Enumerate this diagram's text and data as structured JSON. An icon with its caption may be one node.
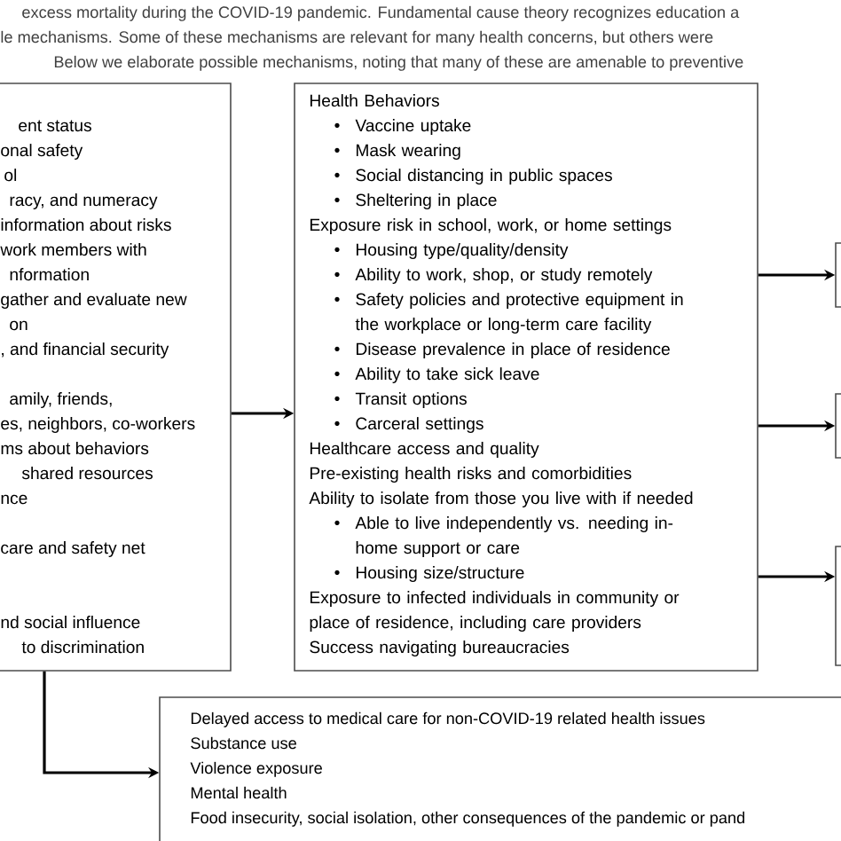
{
  "diagram": {
    "nodes": [
      {
        "text": [
          "ent status",
          "onal safety",
          "ol",
          "racy, and numeracy",
          "information about risks",
          "work members with",
          "nformation",
          "gather and evaluate new",
          "on",
          ", and financial security",
          "amily, friends,",
          "es, neighbors, co-workers",
          "ms about behaviors",
          "shared resources",
          "nce",
          "care and safety net",
          "nd social influence",
          "to discrimination"
        ]
      },
      {
        "text": [
          "Health Behaviors",
          "Vaccine uptake",
          "Mask wearing",
          "Social distancing in public spaces",
          "Sheltering in place",
          "Exposure risk in school, work, or home settings",
          "Housing type/quality/density",
          "Ability to work, shop, or study remotely",
          "Safety policies and protective equipment in the workplace or long-term care facility",
          "Disease prevalence in place of residence",
          "Ability to take sick leave",
          "Transit options",
          "Carceral settings",
          "Healthcare access and quality",
          "Pre-existing health risks and comorbidities",
          "Ability to isolate from those you live with if needed",
          "Able to live independently vs. needing in-home support or care",
          "Housing size/structure",
          "Exposure to infected individuals in community or place of residence, including care providers",
          "Success navigating bureaucracies"
        ]
      },
      {
        "text": [],
        "shape": "box"
      },
      {
        "text": [],
        "shape": "box"
      },
      {
        "text": [],
        "shape": "box"
      },
      {
        "text": [
          "Delayed access to medical care for non-COVID-19 related health issues",
          "Substance use",
          "Violence exposure",
          "Mental health",
          "Food insecurity, social isolation, other consequences of the pandemic or pand"
        ]
      }
    ],
    "edges": [
      {
        "from": 0,
        "to": 1,
        "arrow": "to"
      },
      {
        "from": 1,
        "to": 2,
        "arrow": "to"
      },
      {
        "from": 1,
        "to": 3,
        "arrow": "to"
      },
      {
        "from": 1,
        "to": 4,
        "arrow": "to"
      },
      {
        "from": 0,
        "to": 5,
        "arrow": "to"
      }
    ],
    "labels": [
      "excess mortality during the COVID-19 pandemic. Fundamental cause theory recognizes education a",
      "le mechanisms.  Some of these mechanisms are relevant for many health concerns, but others were",
      "Below we elaborate possible mechanisms, noting that many of these are amenable to preventive"
    ]
  }
}
